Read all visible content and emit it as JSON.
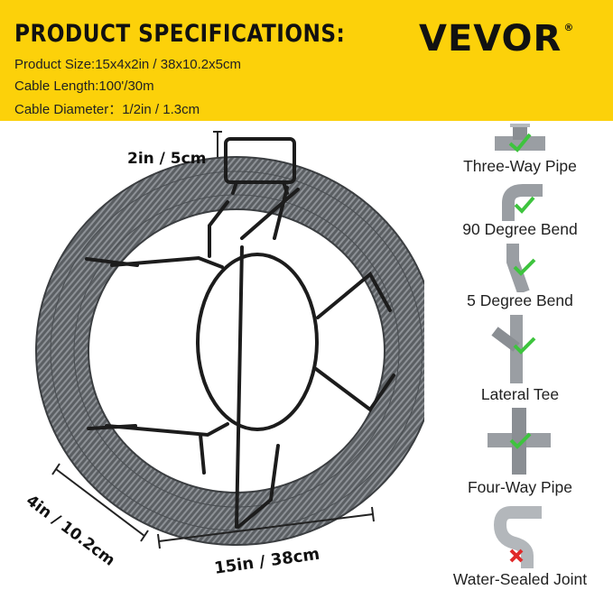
{
  "header": {
    "title": "PRODUCT SPECIFICATIONS:",
    "specs": [
      "Product Size:15x4x2in / 38x10.2x5cm",
      "Cable Length:100'/30m",
      "Cable Diameter：1/2in / 1.3cm"
    ],
    "brand": "VEVOR",
    "brand_mark": "®"
  },
  "dimensions": {
    "height": "2in / 5cm",
    "depth": "4in / 10.2cm",
    "width": "15in / 38cm"
  },
  "pipe_types": [
    {
      "label": "Three-Way Pipe",
      "icon": "three-way-pipe-icon",
      "status": "check"
    },
    {
      "label": "90 Degree Bend",
      "icon": "ninety-degree-bend-icon",
      "status": "check"
    },
    {
      "label": "5 Degree Bend",
      "icon": "five-degree-bend-icon",
      "status": "check"
    },
    {
      "label": "Lateral Tee",
      "icon": "lateral-tee-icon",
      "status": "check"
    },
    {
      "label": "Four-Way Pipe",
      "icon": "four-way-pipe-icon",
      "status": "check"
    },
    {
      "label": "Water-Sealed Joint",
      "icon": "water-sealed-joint-icon",
      "status": "cross"
    }
  ],
  "colors": {
    "banner": "#fcd10a",
    "check": "#3ec43e",
    "cross": "#e02a2a",
    "pipe": "#9a9ea3"
  }
}
